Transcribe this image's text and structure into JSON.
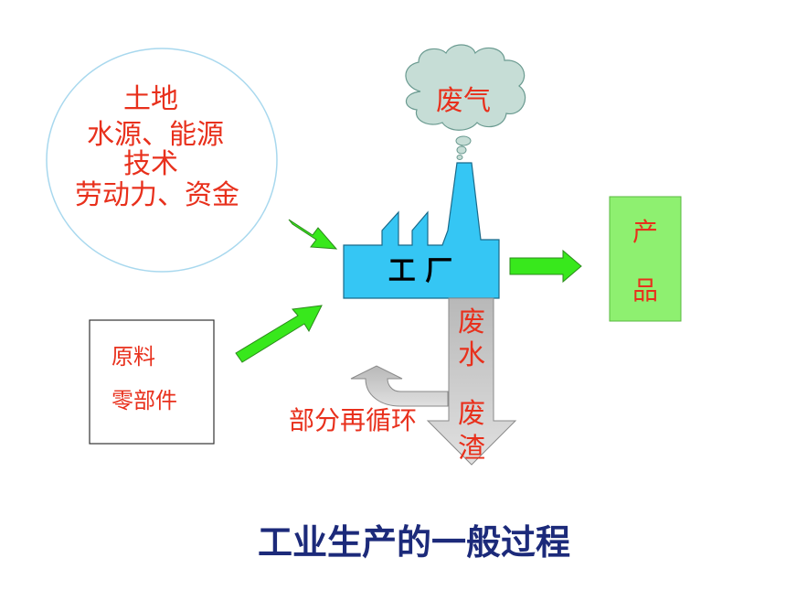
{
  "resources": {
    "line1": "土地",
    "line2": "水源、能源",
    "line3": "技术",
    "line4": "劳动力、资金"
  },
  "materials": {
    "line1": "原料",
    "line2": "零部件"
  },
  "factory": {
    "label": "工 厂"
  },
  "exhaust": {
    "label": "废气"
  },
  "product": {
    "char1": "产",
    "char2": "品"
  },
  "waste": {
    "char1": "废",
    "char2": "水",
    "char3": "废",
    "char4": "渣"
  },
  "recycle": {
    "label": "部分再循环"
  },
  "title": "工业生产的一般过程",
  "colors": {
    "red_text": "#e8301c",
    "factory_fill": "#35c6f4",
    "product_fill": "#8ef070",
    "arrow_green": "#38e81c",
    "waste_arrow": "#c8c8c8",
    "cloud_fill": "#c6ddd6",
    "title_color": "#1c2a7a"
  }
}
